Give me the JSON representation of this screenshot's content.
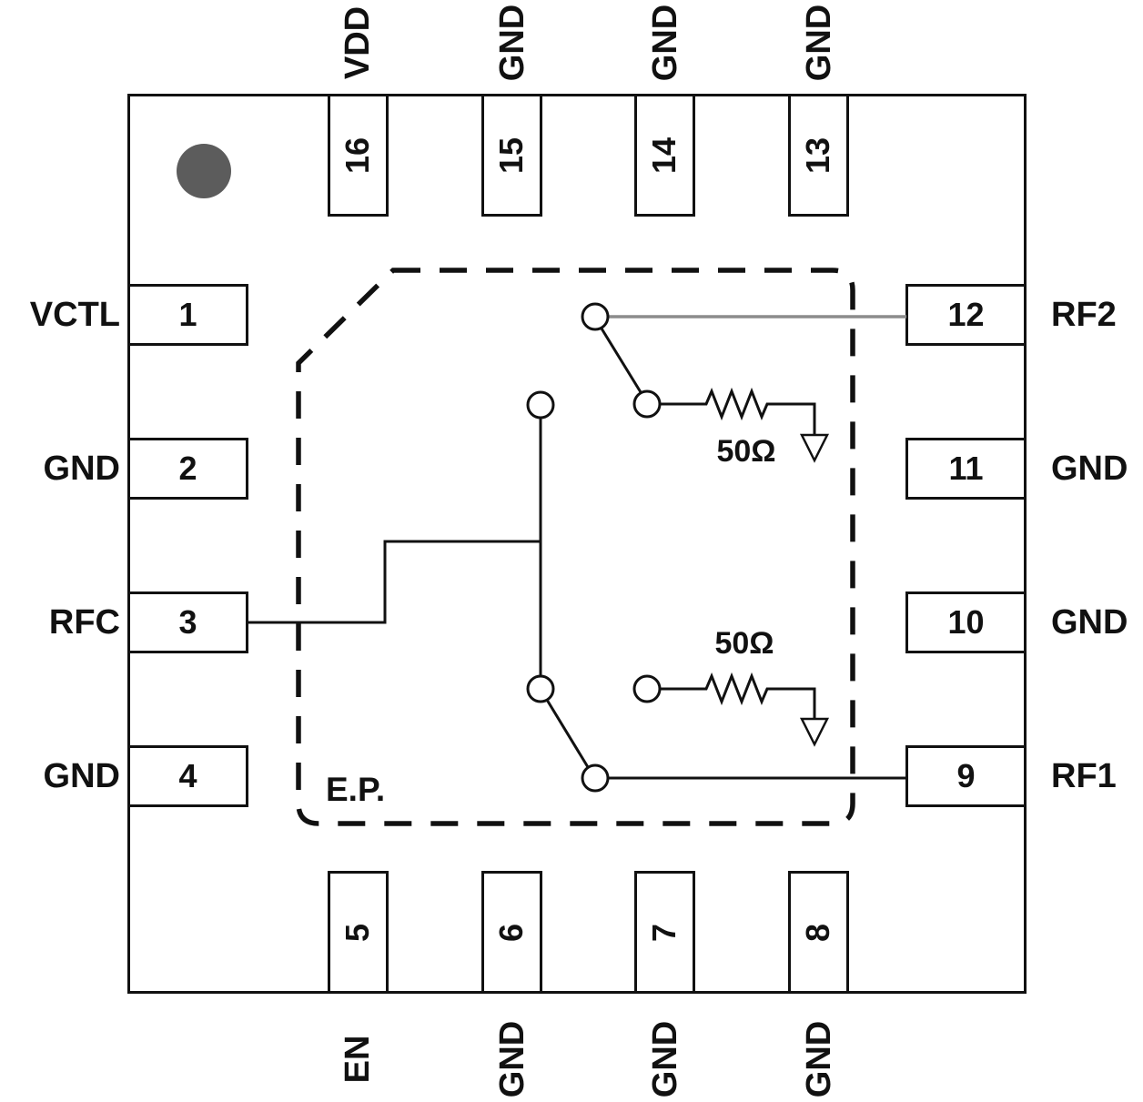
{
  "package": {
    "ep_label": "E.P.",
    "pin1_marker": "dot"
  },
  "pins": {
    "top": [
      {
        "number": "16",
        "label": "VDD"
      },
      {
        "number": "15",
        "label": "GND"
      },
      {
        "number": "14",
        "label": "GND"
      },
      {
        "number": "13",
        "label": "GND"
      }
    ],
    "left": [
      {
        "number": "1",
        "label": "VCTL"
      },
      {
        "number": "2",
        "label": "GND"
      },
      {
        "number": "3",
        "label": "RFC"
      },
      {
        "number": "4",
        "label": "GND"
      }
    ],
    "right": [
      {
        "number": "12",
        "label": "RF2"
      },
      {
        "number": "11",
        "label": "GND"
      },
      {
        "number": "10",
        "label": "GND"
      },
      {
        "number": "9",
        "label": "RF1"
      }
    ],
    "bottom": [
      {
        "number": "5",
        "label": "EN"
      },
      {
        "number": "6",
        "label": "GND"
      },
      {
        "number": "7",
        "label": "GND"
      },
      {
        "number": "8",
        "label": "GND"
      }
    ]
  },
  "schematic": {
    "exposed_pad_label": "E.P.",
    "termination_upper_label": "50Ω",
    "termination_lower_label": "50Ω"
  },
  "colors": {
    "line": "#111111",
    "rf2_trace": "#8c8c8c",
    "pin1_dot": "#5c5c5c"
  }
}
